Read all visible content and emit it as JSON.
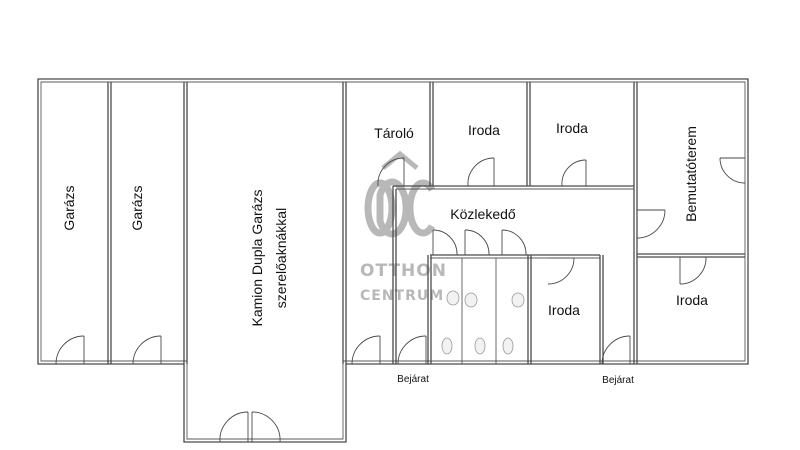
{
  "rooms": {
    "garage_1": "Garázs",
    "garage_2": "Garázs",
    "truck_garage_line1": "Kamion  Dupla Garázs",
    "truck_garage_line2": "szerelőaknákkal",
    "storage": "Tároló",
    "office_top_1": "Iroda",
    "office_top_2": "Iroda",
    "showroom": "Bemutatóterem",
    "corridor": "Közlekedő",
    "office_middle": "Iroda",
    "office_right": "Iroda"
  },
  "entrances": {
    "left": "Bejárat",
    "right": "Bejárat"
  },
  "watermark": {
    "mark": "OC",
    "line1": "OTTHON",
    "line2": "CENTRUM"
  },
  "colors": {
    "walls": "#4a4a4a",
    "watermark": "#b8b8b8",
    "background": "#ffffff"
  }
}
